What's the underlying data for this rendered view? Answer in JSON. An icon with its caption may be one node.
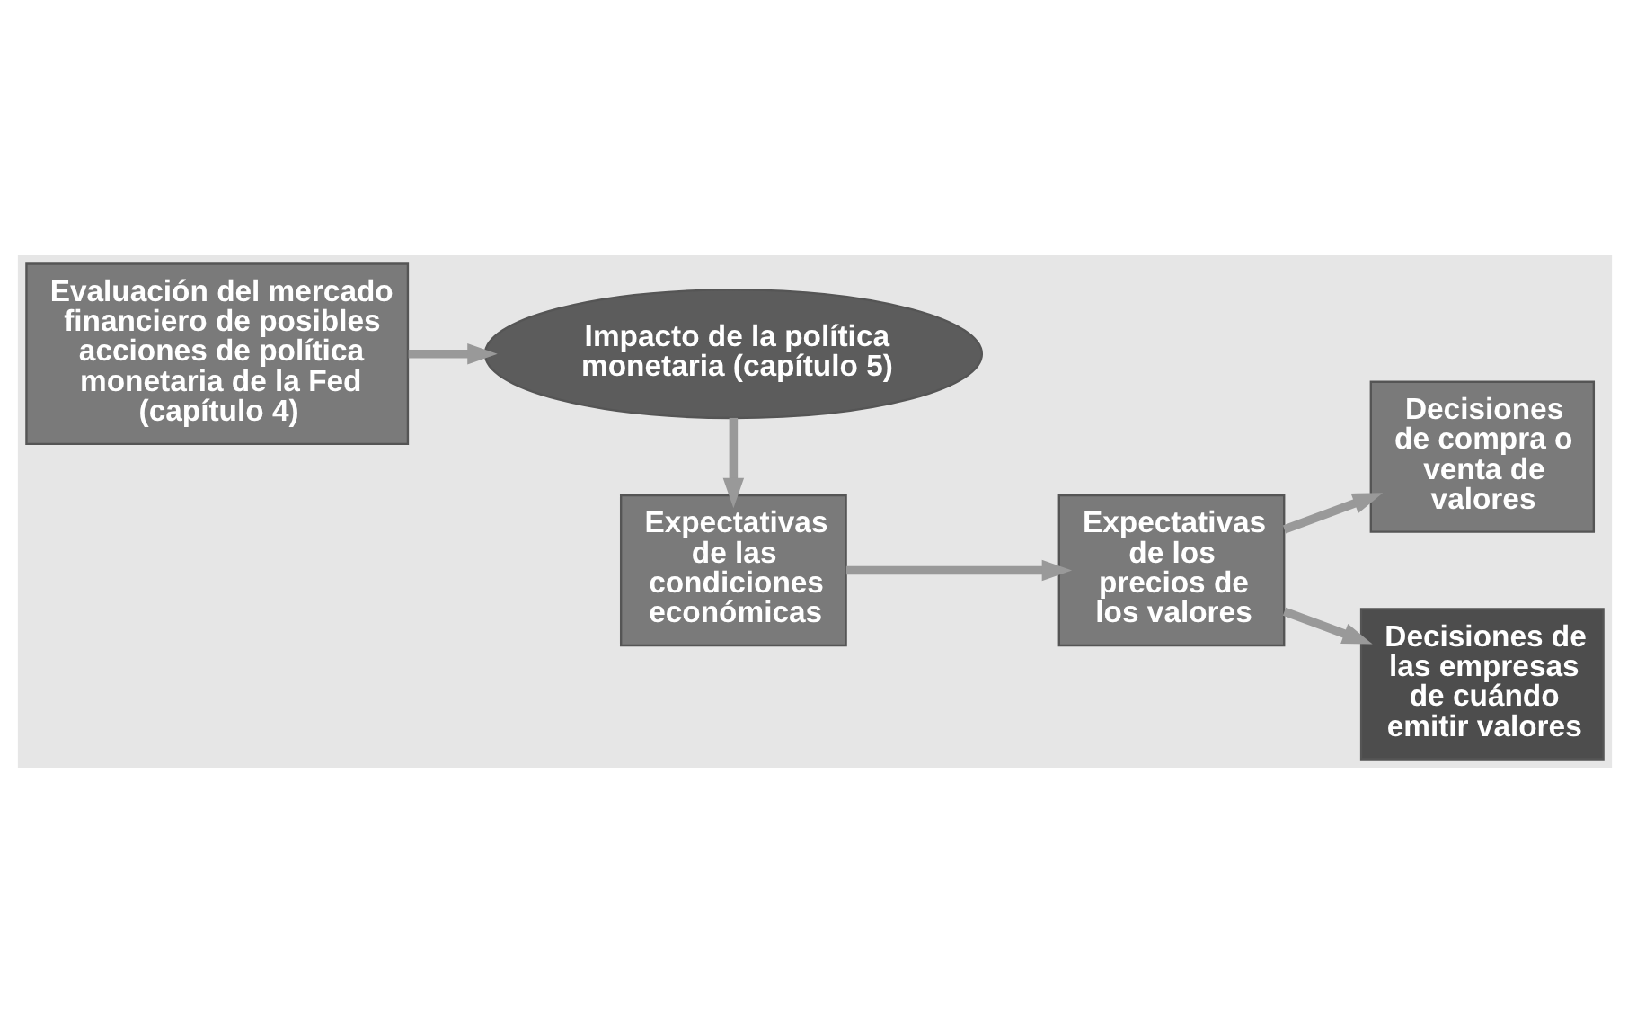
{
  "diagram": {
    "nodes": [
      {
        "text": [
          "Evaluación del mercado financiero de posibles acciones de política monetaria de la Fed (capítulo 4)"
        ]
      },
      {
        "text": [
          "Impacto de la política monetaria (capítulo 5)"
        ]
      },
      {
        "text": [
          "Expectativas de las condiciones económicas"
        ]
      },
      {
        "text": [
          "Expectativas de los precios de los valores"
        ]
      },
      {
        "text": [
          "Decisiones de compra o venta de valores"
        ]
      },
      {
        "text": [
          "Decisiones de las empresas de cuándo emitir valores"
        ]
      }
    ],
    "edges": [
      {
        "from": 0,
        "to": 1,
        "arrow": "to"
      },
      {
        "from": 1,
        "to": 2,
        "arrow": "to"
      },
      {
        "from": 2,
        "to": 3,
        "arrow": "to"
      },
      {
        "from": 3,
        "to": 4,
        "arrow": "to"
      },
      {
        "from": 3,
        "to": 5,
        "arrow": "to"
      }
    ]
  }
}
